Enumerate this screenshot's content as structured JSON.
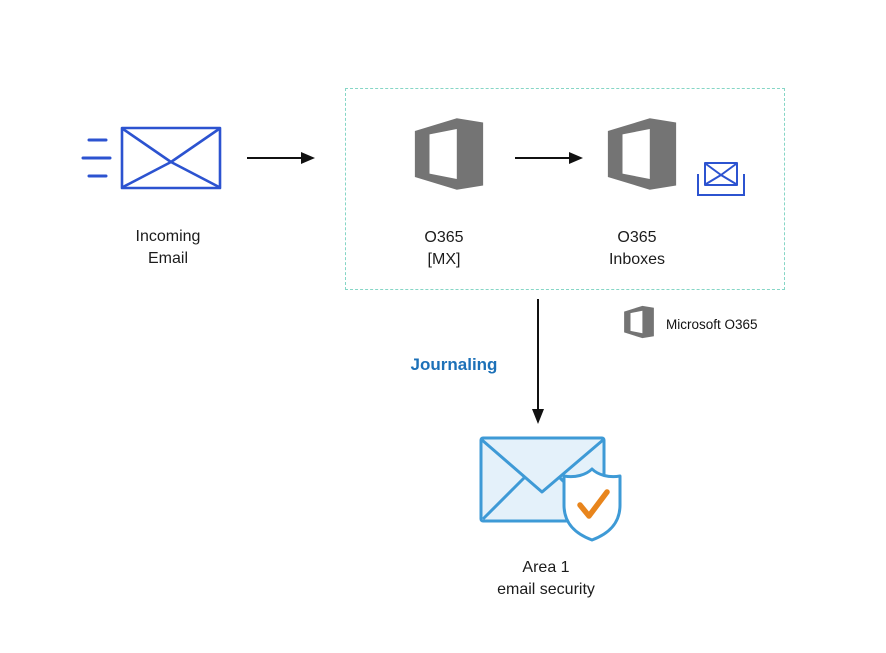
{
  "diagram": {
    "incoming_email": {
      "lines": [
        "Incoming",
        "Email"
      ]
    },
    "o365_mx": {
      "lines": [
        "O365",
        "[MX]"
      ]
    },
    "o365_inboxes": {
      "lines": [
        "O365",
        "Inboxes"
      ]
    },
    "journaling_label": "Journaling",
    "legend_label": "Microsoft O365",
    "area1": {
      "lines": [
        "Area 1",
        "email security"
      ]
    }
  },
  "colors": {
    "envelope_blue": "#2c53d0",
    "office_gray": "#747474",
    "dashed_teal": "#86d6c6",
    "journaling_blue": "#1d71b8",
    "area1_stroke_blue": "#3e9ad6",
    "area1_fill_blue": "#e4f1fa",
    "check_orange": "#e8851c",
    "arrow_black": "#111111",
    "label_text": "#1c1c1c"
  }
}
